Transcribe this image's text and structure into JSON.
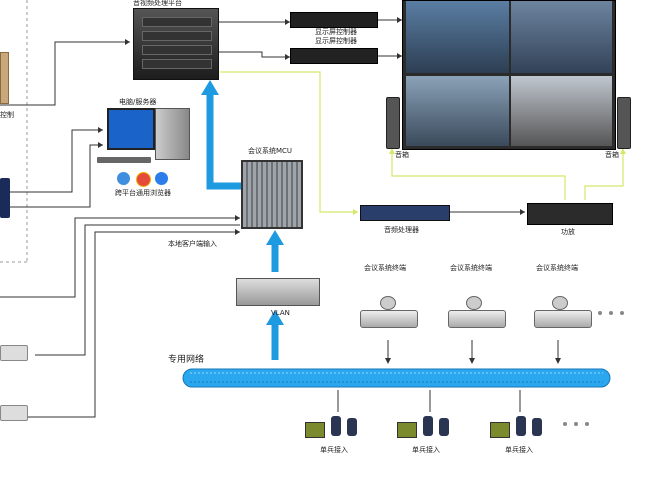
{
  "labels": {
    "av_platform": "音视频处理平台",
    "display_ctrl_1": "显示屏控制器",
    "display_ctrl_2": "显示屏控制器",
    "pc_server": "电脑/服务器",
    "browser": "跨平台通用浏览器",
    "mcu": "会议系统MCU",
    "local_input": "本地客户端输入",
    "speaker_left": "音箱",
    "speaker_right": "音箱",
    "audio_processor": "音频处理器",
    "amplifier": "功放",
    "vlan": "VLAN",
    "terminal_1": "会议系统终端",
    "terminal_2": "会议系统终端",
    "terminal_3": "会议系统终端",
    "network": "专用网络",
    "soldier_1": "单兵接入",
    "soldier_2": "单兵接入",
    "soldier_3": "单兵接入",
    "left_control": "控制"
  },
  "colors": {
    "accent_blue": "#1e9be0",
    "network_pipe": "#2aa7ee",
    "yellow_line": "#d8e66a",
    "wire": "#333333"
  }
}
